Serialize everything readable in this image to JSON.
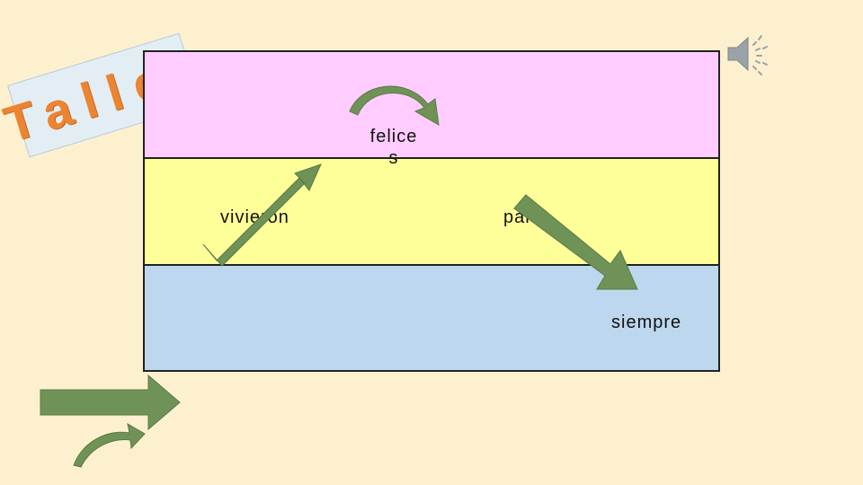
{
  "title": "Taller",
  "words": {
    "felices": "felice\ns",
    "vivieron": "vivieron",
    "para": "para",
    "siempre": "siempre"
  },
  "colors": {
    "background": "#fdf0cf",
    "band_top": "#ffccff",
    "band_middle": "#ffff99",
    "band_bottom": "#bdd7ee",
    "arrow_fill": "#6f9257",
    "title_text": "#ec8430"
  },
  "icons": {
    "speaker": "speaker-icon"
  }
}
